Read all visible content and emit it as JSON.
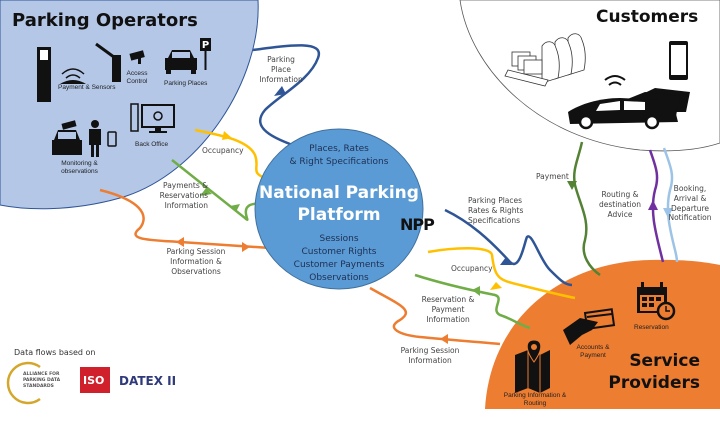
{
  "colors": {
    "operators_fill": "#b4c7e7",
    "platform_fill": "#5b9bd5",
    "providers_fill": "#ed7d31",
    "flow_blue": "#2f5597",
    "flow_yellow": "#ffc000",
    "flow_green": "#70ad47",
    "flow_orange": "#ed7d31",
    "flow_purple": "#7030a0",
    "flow_lightblue": "#9dc3e6",
    "flow_darkgreen": "#548235"
  },
  "operators": {
    "title": "Parking Operators",
    "icons": [
      {
        "icon": "payment-terminal-icon",
        "label": "Payment & Sensors"
      },
      {
        "icon": "barrier-camera-icon",
        "label": "Access Control"
      },
      {
        "icon": "car-parking-sign-icon",
        "label": "Parking Places"
      },
      {
        "icon": "monitoring-officer-icon",
        "label": "Monitoring & observations"
      },
      {
        "icon": "computer-gear-icon",
        "label": "Back Office"
      }
    ]
  },
  "customers": {
    "title": "Customers"
  },
  "platform": {
    "top_text": [
      "Places, Rates",
      "& Right Specifications"
    ],
    "title": [
      "National Parking",
      "Platform"
    ],
    "bottom_text": [
      "Sessions",
      "Customer Rights",
      "Customer Payments",
      "Observations"
    ],
    "logo": "NPP"
  },
  "providers": {
    "title": [
      "Service",
      "Providers"
    ],
    "icons": [
      {
        "icon": "calendar-clock-icon",
        "label": "Reservation"
      },
      {
        "icon": "hand-card-icon",
        "label": "Accounts & Payment"
      },
      {
        "icon": "map-pin-icon",
        "label": "Parking Information & Routing"
      }
    ]
  },
  "flows": {
    "parking_place_info": "Parking Place Information",
    "occupancy_left": "Occupancy",
    "payments_reservations": "Payments & Reservations Information",
    "parking_session_obs": "Parking Session Information & Observations",
    "parking_places_rates": "Parking Places Rates & Rights Specifications",
    "occupancy_right": "Occupancy",
    "reservation_payment": "Reservation & Payment Information",
    "parking_session_info": "Parking Session Information",
    "payment": "Payment",
    "routing": "Routing & destination Advice",
    "booking": "Booking, Arrival & Departure Notification"
  },
  "footer": {
    "caption": "Data flows based on",
    "logos": [
      "ALLIANCE FOR PARKING DATA STANDARDS",
      "ISO",
      "DATEX II"
    ]
  }
}
